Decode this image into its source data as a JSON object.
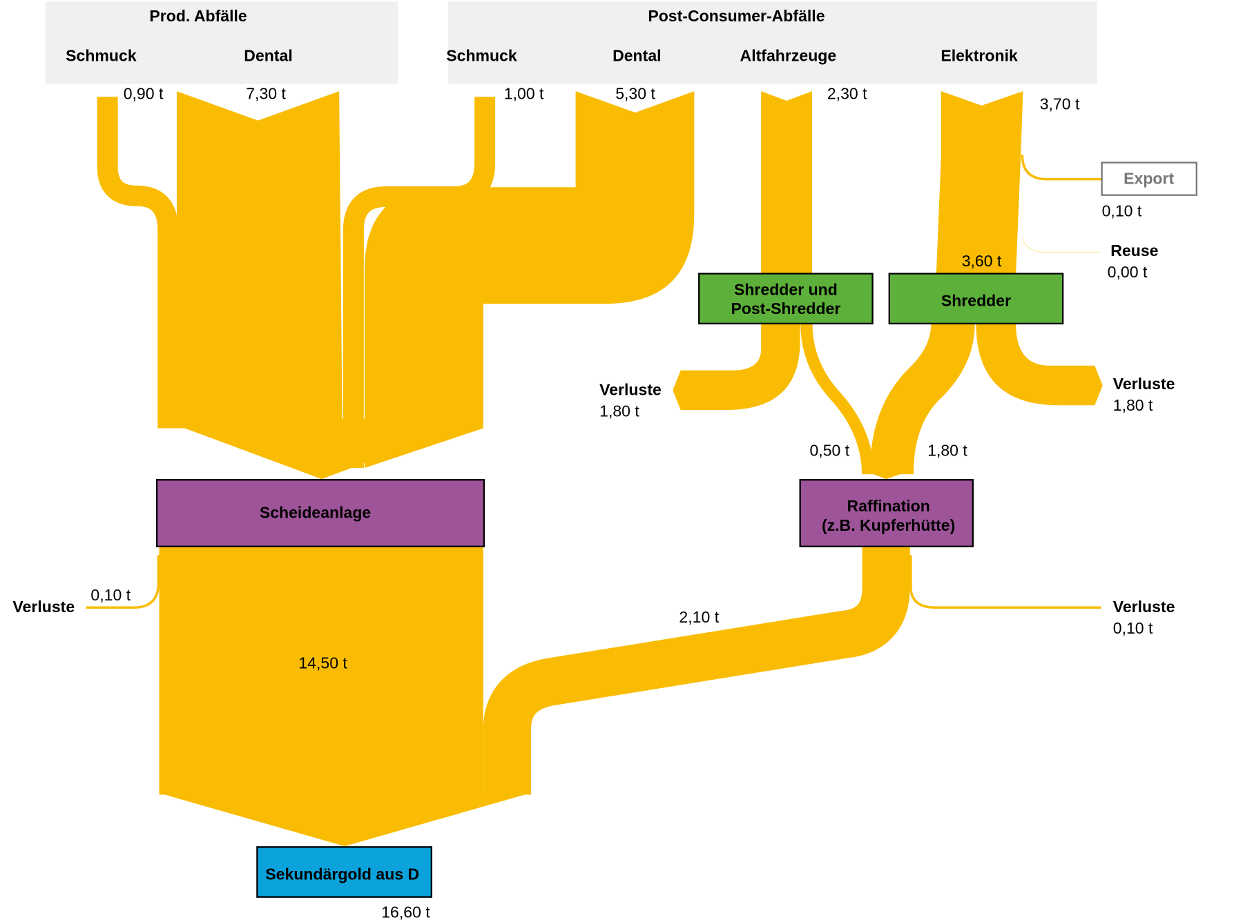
{
  "colors": {
    "flow": "#F9BC02",
    "header_bg": "#EFF0EF",
    "process": "#9E5499",
    "shredder": "#5DB03A",
    "product": "#0CA2DB"
  },
  "headers": {
    "prod": {
      "title": "Prod. Abfälle",
      "items": [
        "Schmuck",
        "Dental"
      ]
    },
    "post": {
      "title": "Post-Consumer-Abfälle",
      "items": [
        "Schmuck",
        "Dental",
        "Altfahrzeuge",
        "Elektronik"
      ]
    }
  },
  "inputs": {
    "prod_schmuck": "0,90 t",
    "prod_dental": "7,30 t",
    "post_schmuck": "1,00 t",
    "post_dental": "5,30 t",
    "altfahrzeuge": "2,30 t",
    "elektronik": "3,70 t"
  },
  "nodes": {
    "shredder_post": [
      "Shredder und",
      "Post-Shredder"
    ],
    "shredder": "Shredder",
    "scheideanlage": "Scheideanlage",
    "raffination": [
      "Raffination",
      "(z.B. Kupferhütte)"
    ],
    "sekundaergold": "Sekundärgold aus D",
    "export": "Export"
  },
  "flows": {
    "export": "0,10 t",
    "reuse_label": "Reuse",
    "reuse": "0,00 t",
    "to_shredder": "3,60 t",
    "verluste_label": "Verluste",
    "verluste_shredder_post": "1,80 t",
    "verluste_shredder": "1,80 t",
    "shredder_post_to_raff": "0,50 t",
    "shredder_to_raff": "1,80 t",
    "verluste_scheide": "0,10 t",
    "scheide_out": "14,50 t",
    "raff_out": "2,10 t",
    "verluste_raff": "0,10 t",
    "total": "16,60 t"
  }
}
